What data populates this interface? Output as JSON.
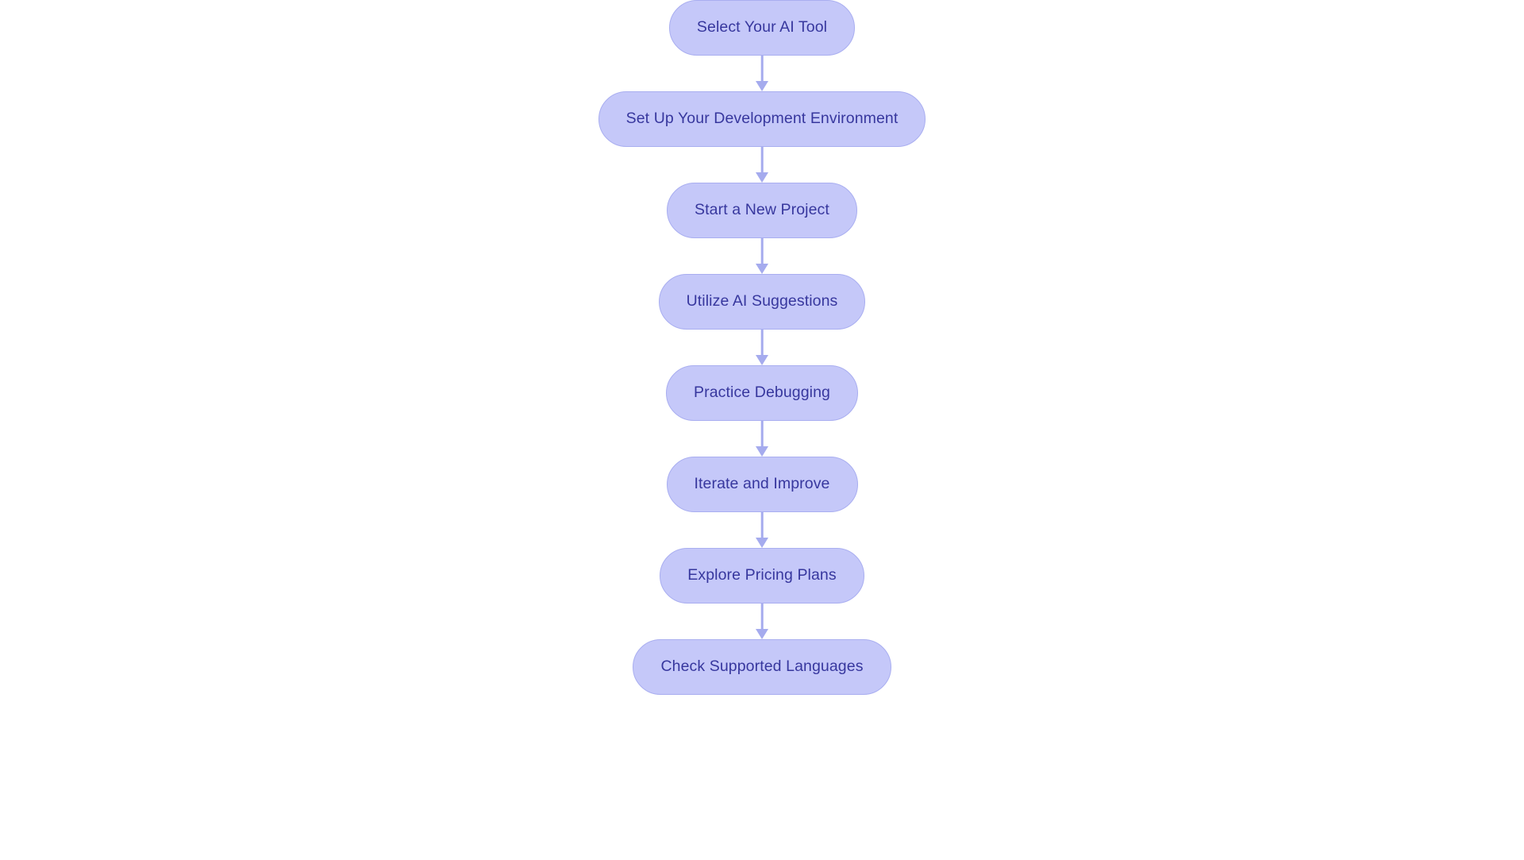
{
  "chart_data": {
    "type": "diagram",
    "diagram_type": "flowchart",
    "orientation": "top-to-bottom",
    "title": "",
    "nodes": [
      {
        "id": "n1",
        "label": "Select Your AI Tool",
        "shape": "stadium"
      },
      {
        "id": "n2",
        "label": "Set Up Your Development Environment",
        "shape": "stadium"
      },
      {
        "id": "n3",
        "label": "Start a New Project",
        "shape": "stadium"
      },
      {
        "id": "n4",
        "label": "Utilize AI Suggestions",
        "shape": "stadium"
      },
      {
        "id": "n5",
        "label": "Practice Debugging",
        "shape": "stadium"
      },
      {
        "id": "n6",
        "label": "Iterate and Improve",
        "shape": "stadium"
      },
      {
        "id": "n7",
        "label": "Explore Pricing Plans",
        "shape": "stadium"
      },
      {
        "id": "n8",
        "label": "Check Supported Languages",
        "shape": "stadium"
      }
    ],
    "edges": [
      {
        "from": "n1",
        "to": "n2",
        "label": "",
        "style": "solid-arrow"
      },
      {
        "from": "n2",
        "to": "n3",
        "label": "",
        "style": "solid-arrow"
      },
      {
        "from": "n3",
        "to": "n4",
        "label": "",
        "style": "solid-arrow"
      },
      {
        "from": "n4",
        "to": "n5",
        "label": "",
        "style": "solid-arrow"
      },
      {
        "from": "n5",
        "to": "n6",
        "label": "",
        "style": "solid-arrow"
      },
      {
        "from": "n6",
        "to": "n7",
        "label": "",
        "style": "solid-arrow"
      },
      {
        "from": "n7",
        "to": "n8",
        "label": "",
        "style": "solid-arrow"
      }
    ],
    "colors": {
      "background": "#ffffff",
      "node_fill": "#c5c8f9",
      "node_border": "#a9aef0",
      "node_text": "#37379e",
      "edge": "#a5abee"
    }
  },
  "canvas": {
    "background": "#ffffff"
  },
  "nodes": [
    {
      "label": "Select Your AI Tool"
    },
    {
      "label": "Set Up Your Development Environment"
    },
    {
      "label": "Start a New Project"
    },
    {
      "label": "Utilize AI Suggestions"
    },
    {
      "label": "Practice Debugging"
    },
    {
      "label": "Iterate and Improve"
    },
    {
      "label": "Explore Pricing Plans"
    },
    {
      "label": "Check Supported Languages"
    }
  ]
}
